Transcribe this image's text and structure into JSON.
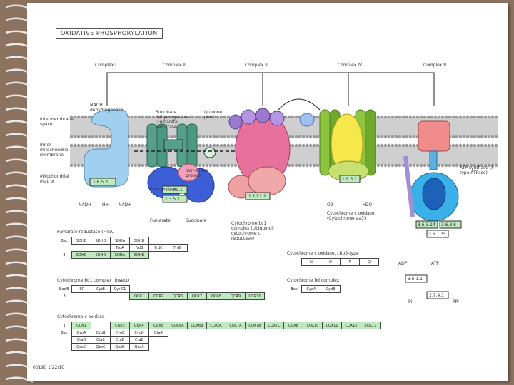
{
  "title": "OXIDATIVE PHOSPHORYLATION",
  "footer": "00190 1/22/10",
  "complex_labels": [
    "Complex I",
    "Complex II",
    "Complex III",
    "Complex IV",
    "Complex V"
  ],
  "membrane_labels": {
    "intermembrane": "Intermembrane space",
    "inner": "Inner mitochondrial membrane",
    "matrix": "Mitochondrial matrix"
  },
  "diagram_labels": {
    "nadh_dh": "NADH dehydrogenase",
    "succinate_dh": "Succinate dehydrogenase (Fumarate reductase)",
    "quinone_pool": "Quinone pool",
    "iron_protein": "Iron-sulfur protein",
    "flavoprotein": "Flavoprotein",
    "cyt_bc1": "Cytochrome bc1 complex (Ubiquinol-cytochrome c reductase)",
    "cyt_c_oxidase": "Cytochrome c oxidase (Cytochrome aa3)",
    "atp_synthase": "ATP synthase (F-type ATPase)",
    "fumarate": "Fumarate",
    "succinate": "Succinate",
    "nadh": "NADH",
    "h_plus": "H+",
    "nad_plus": "NAD+",
    "h2o": "H2O",
    "o2": "O2",
    "atp": "ATP",
    "adp": "ADP",
    "pi": "Pi",
    "ppi": "PPi"
  },
  "ec_numbers": {
    "c1": "1.6.5.3",
    "c2a": "1.3.99.1",
    "c2b": "1.3.5.1",
    "c3": "1.10.2.2",
    "c4": "1.9.3.1",
    "c5a": "3.6.3.14",
    "c5b": "3.6.3.6",
    "c5c": "3.6.1.35",
    "ppa": "3.6.1.1",
    "ppa2": "2.7.4.1"
  },
  "tables": {
    "fumarate_reductase": {
      "heading": "Fumarate reductase (FrdA)",
      "rows": [
        {
          "label": "Bac",
          "cells": [
            "SDHC",
            "SDHD",
            "SDHA",
            "SDHB"
          ]
        },
        {
          "label": "",
          "cells": [
            "",
            "",
            "FrdA",
            "FrdB",
            "FrdC",
            "FrdD"
          ]
        },
        {
          "label": "3",
          "cells": [
            "SDHC",
            "SDHD",
            "SDHA",
            "SDHB"
          ]
        }
      ]
    },
    "bc1": {
      "heading": "Cytochrome bc1 complex (Insect)",
      "rows": [
        {
          "label": "Bac/E",
          "cells": [
            "ISP",
            "CytB",
            "Cyt C1"
          ]
        },
        {
          "label": "3",
          "cells": [
            "",
            "",
            "",
            "QCR1",
            "QCR2",
            "QCR6",
            "QCR7",
            "QCR8",
            "QCR9",
            "QCR10"
          ]
        }
      ]
    },
    "oxidase": {
      "heading": "Cytochrome c oxidase",
      "rows": [
        {
          "label": "3",
          "cells": [
            "COX1",
            "",
            "COX3",
            "COX4",
            "COX5",
            "COX6A",
            "COX6B",
            "COX6C",
            "COX7A",
            "COX7B",
            "COX7C",
            "COX8",
            "COX10",
            "COX11",
            "COX15",
            "COX17"
          ]
        },
        {
          "label": "Bac",
          "cells": [
            "CyoA",
            "CyoB",
            "CyoC",
            "CyoD",
            "CtaA"
          ]
        },
        {
          "label": "",
          "cells": [
            "CtaD",
            "CtaC",
            "CtaE",
            "CtaB"
          ]
        },
        {
          "label": "",
          "cells": [
            "QoxD",
            "QoxC",
            "QoxB",
            "QoxA"
          ]
        }
      ]
    },
    "cbb3": {
      "heading": "Cytochrome c oxidase, cbb3-type",
      "rows": [
        {
          "label": "",
          "cells": [
            "N",
            "O",
            "P",
            "Q"
          ]
        }
      ]
    },
    "bd": {
      "heading": "Cytochrome bd complex",
      "rows": [
        {
          "label": "Bac",
          "cells": [
            "CydA",
            "CydB"
          ]
        }
      ]
    }
  }
}
